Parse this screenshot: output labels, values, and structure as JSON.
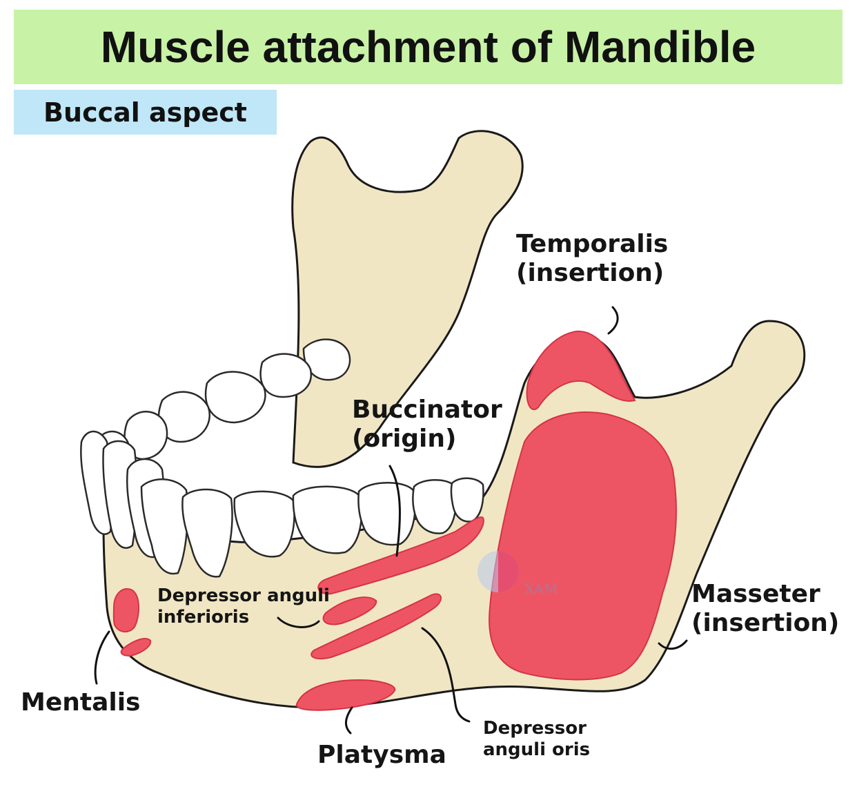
{
  "title": "Muscle attachment of Mandible",
  "subtitle": "Buccal aspect",
  "labels": {
    "temporalis": [
      "Temporalis",
      "(insertion)"
    ],
    "buccinator": [
      "Buccinator",
      "(origin)"
    ],
    "masseter": [
      "Masseter",
      "(insertion)"
    ],
    "depressor_anguli_inferioris": [
      "Depressor anguli",
      "inferioris"
    ],
    "mentalis": "Mentalis",
    "platysma": "Platysma",
    "depressor_anguli_oris": [
      "Depressor",
      "anguli oris"
    ]
  },
  "watermark": "XAM",
  "colors": {
    "title_bg": "#c8f2a6",
    "subtitle_bg": "#bfe7f7",
    "bone": "#f1e6c4",
    "muscle": "#ee5564",
    "tooth": "#ffffff",
    "outline": "#1a1a1a"
  }
}
